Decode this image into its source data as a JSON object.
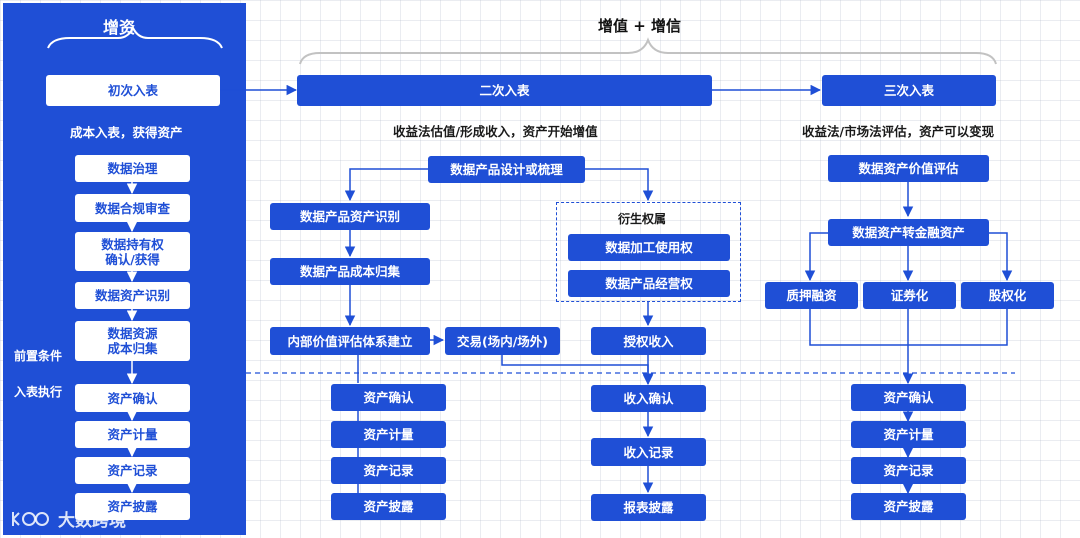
{
  "title_left": "增资",
  "title_right": "增值 + 增信",
  "left": {
    "first_entry": "初次入表",
    "subtitle": "成本入表，获得资产",
    "prereq_label": "前置条件",
    "exec_label": "入表执行",
    "prereq_items": [
      "数据治理",
      "数据合规审查",
      "数据持有权\n确认/获得",
      "数据资产识别",
      "数据资源\n成本归集"
    ],
    "exec_items": [
      "资产确认",
      "资产计量",
      "资产记录",
      "资产披露"
    ]
  },
  "second": {
    "header": "二次入表",
    "subtitle": "收益法估值/形成收入，资产开始增值",
    "design": "数据产品设计或梳理",
    "identify": "数据产品资产识别",
    "cost": "数据产品成本归集",
    "valuation": "内部价值评估体系建立",
    "trade": "交易(场内/场外)",
    "derived_title": "衍生权属",
    "derived_items": [
      "数据加工使用权",
      "数据产品经营权"
    ],
    "license": "授权收入",
    "exec_left": [
      "资产确认",
      "资产计量",
      "资产记录",
      "资产披露"
    ],
    "exec_right": [
      "收入确认",
      "收入记录",
      "报表披露"
    ]
  },
  "third": {
    "header": "三次入表",
    "subtitle": "收益法/市场法评估，资产可以变现",
    "evaluate": "数据资产价值评估",
    "convert": "数据资产转金融资产",
    "financial": [
      "质押融资",
      "证券化",
      "股权化"
    ],
    "exec": [
      "资产确认",
      "资产计量",
      "资产记录",
      "资产披露"
    ]
  },
  "watermark": "大数跨境",
  "colors": {
    "primary": "#1f4fd6",
    "background": "#ffffff",
    "text": "#1a1a1a"
  }
}
